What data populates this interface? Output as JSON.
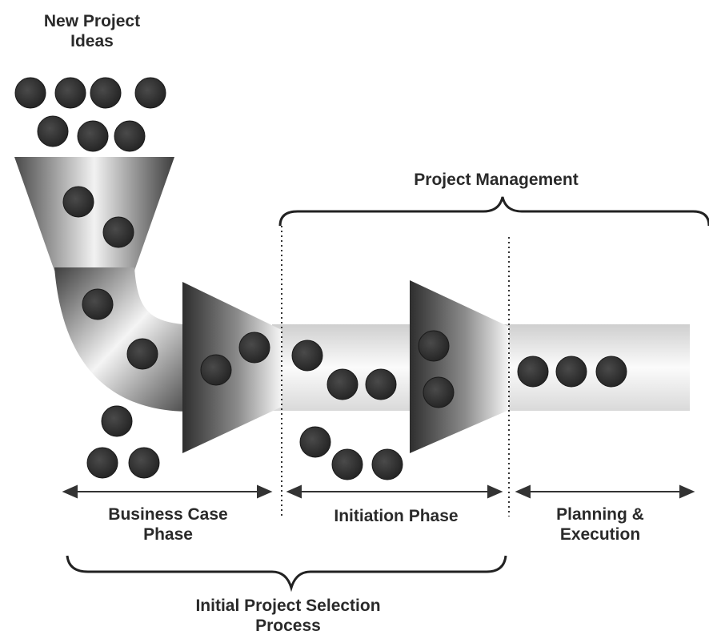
{
  "labels": {
    "new_project_ideas": [
      "New Project",
      "Ideas"
    ],
    "project_management": "Project Management",
    "business_case_phase": [
      "Business Case",
      "Phase"
    ],
    "initiation_phase": "Initiation Phase",
    "planning_execution": [
      "Planning &",
      "Execution"
    ],
    "initial_selection": [
      "Initial Project Selection",
      "Process"
    ]
  },
  "colors": {
    "ball": "#333333",
    "text": "#2a2a2a",
    "metal_dark": "#3a3a3a",
    "metal_light": "#f4f4f4"
  }
}
